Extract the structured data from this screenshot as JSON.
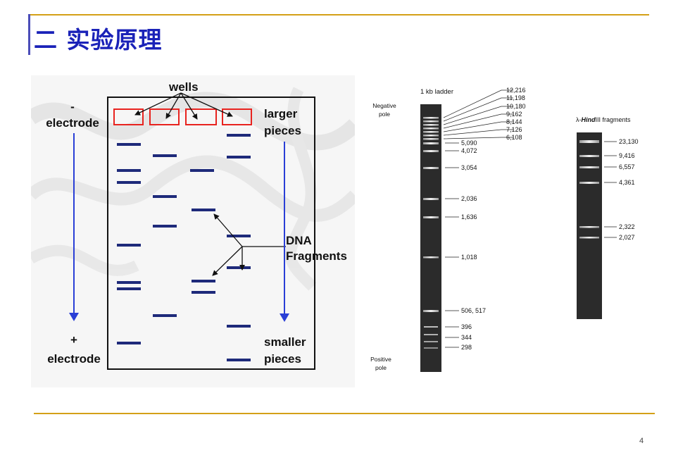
{
  "slide": {
    "heading": "二 实验原理",
    "page_number": "4",
    "colors": {
      "heading": "#1a22b8",
      "rule_gold": "#d4a017",
      "heading_bar": "#4b4db8",
      "band": "#1e2a7a",
      "well_outline": "#e8231f",
      "arrow_blue": "#2a3fd6",
      "gel_dark": "#2b2b2b"
    }
  },
  "electrophoresis": {
    "neg_sign": "-",
    "neg_label": "electrode",
    "pos_sign": "+",
    "pos_label": "electrode",
    "wells_label": "wells",
    "larger_line1": "larger",
    "larger_line2": "pieces",
    "smaller_line1": "smaller",
    "smaller_line2": "pieces",
    "dna_line1": "DNA",
    "dna_line2": "Fragments"
  },
  "ladder": {
    "title": "1 kb ladder",
    "neg_line1": "Negative",
    "neg_line2": "pole",
    "pos_line1": "Positive",
    "pos_line2": "pole",
    "fanned_labels": [
      "12,216",
      "11,198",
      "10,180",
      "9,162",
      "8,144",
      "7,126",
      "6,108"
    ],
    "straight_labels": [
      "5,090",
      "4,072",
      "3,054",
      "2,036",
      "1,636",
      "1,018",
      "506, 517",
      "396",
      "344",
      "298"
    ]
  },
  "hind": {
    "title_prefix": "λ-",
    "title_italic": "Hind",
    "title_suffix": "III fragments",
    "labels": [
      "23,130",
      "9,416",
      "6,557",
      "4,361",
      "2,322",
      "2,027"
    ]
  }
}
